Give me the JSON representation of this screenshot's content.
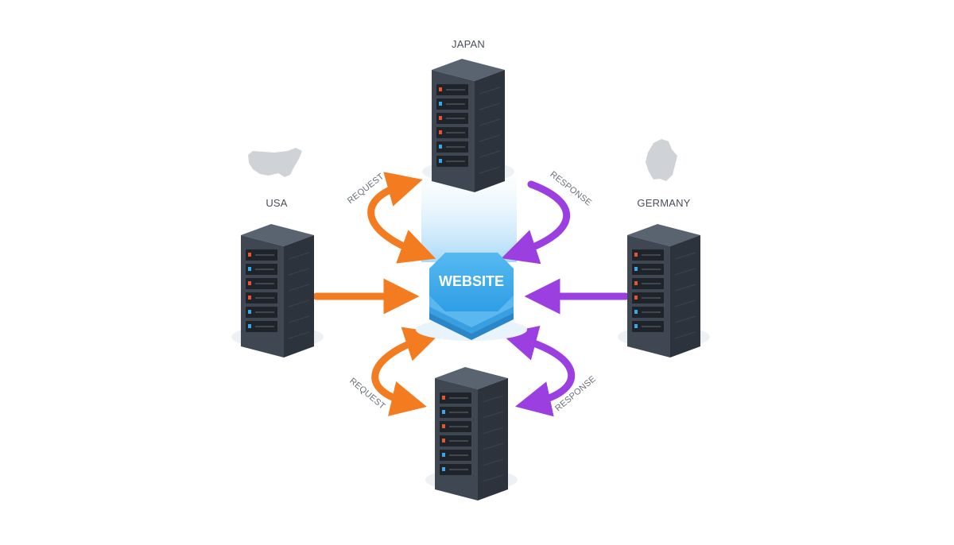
{
  "locations": {
    "japan": "JAPAN",
    "usa": "USA",
    "germany": "GERMANY"
  },
  "center": {
    "label": "WEBSITE"
  },
  "flows": {
    "top_left": "REQUEST",
    "top_right": "RESPONSE",
    "bottom_left": "REQUEST",
    "bottom_right": "RESPONSE"
  },
  "colors": {
    "request": "#f47c20",
    "response": "#9b3fe0",
    "website": "#3aa7ea",
    "server_body": "#3f4753",
    "server_top": "#5a6370",
    "server_side": "#2d333c",
    "map_silhouette": "#cfd3d8"
  },
  "icons": [
    "server-icon",
    "usa-map-icon",
    "germany-map-icon"
  ]
}
